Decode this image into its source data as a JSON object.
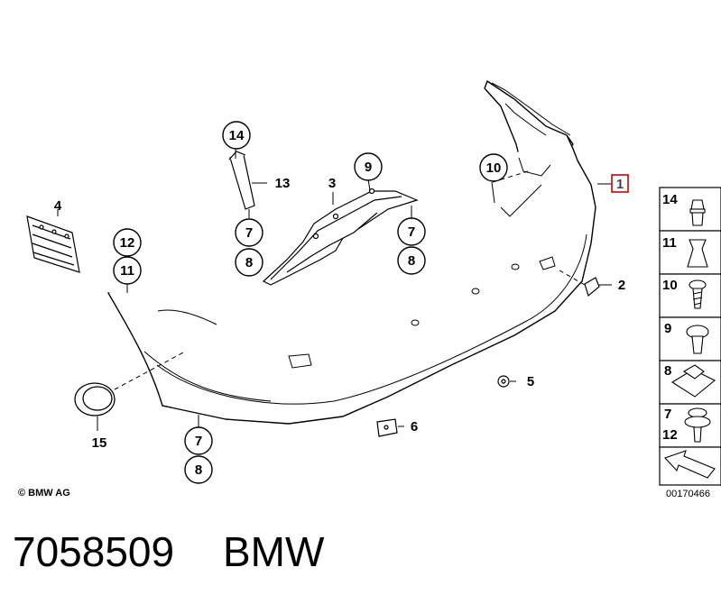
{
  "callouts": {
    "c1": "1",
    "c2": "2",
    "c3": "3",
    "c4": "4",
    "c5": "5",
    "c6": "6",
    "c7a": "7",
    "c8a": "8",
    "c9": "9",
    "c10": "10",
    "c11": "11",
    "c12": "12",
    "c7b": "7",
    "c8b": "8",
    "c13": "13",
    "c14": "14",
    "c15": "15",
    "c7c": "7",
    "c8c": "8"
  },
  "legend": [
    "14",
    "11",
    "10",
    "9",
    "8",
    "7",
    "12"
  ],
  "copyright": "© BMW AG",
  "diagram_id": "00170466",
  "part_number": "7058509",
  "brand": "BMW",
  "colors": {
    "highlight_box": "#cc0000",
    "line": "#000000",
    "part_fill": "#ffffff"
  }
}
